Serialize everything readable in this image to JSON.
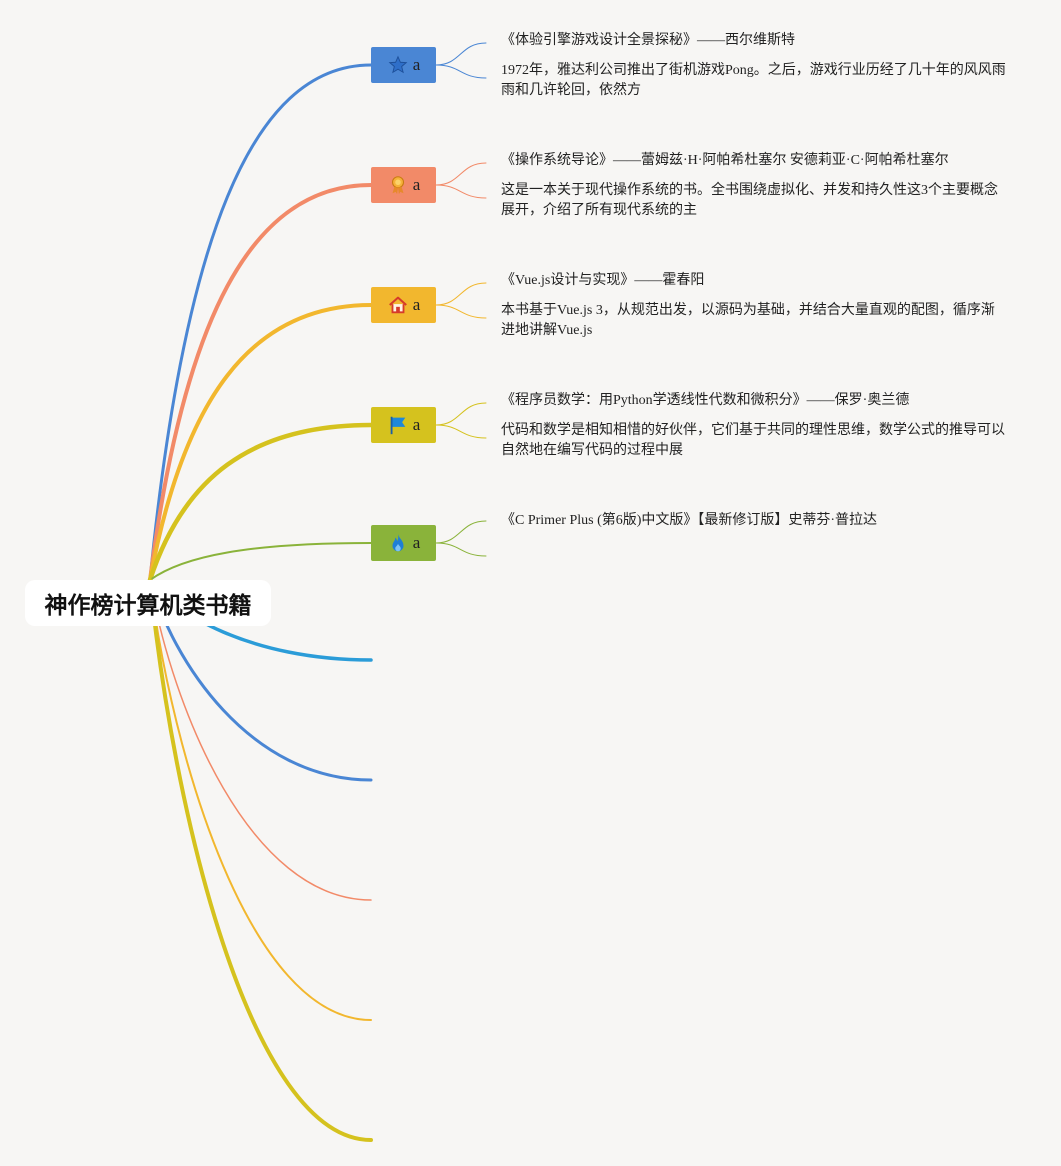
{
  "root": {
    "label": "神作榜计算机类书籍"
  },
  "branches": [
    {
      "color": "#4a86d4",
      "icon": "star-icon",
      "label": "a",
      "title": "《体验引擎游戏设计全景探秘》——西尔维斯特",
      "desc": "1972年，雅达利公司推出了街机游戏Pong。之后，游戏行业历经了几十年的风风雨雨和几许轮回，依然方"
    },
    {
      "color": "#f28a68",
      "icon": "award-ribbon-icon",
      "label": "a",
      "title": "《操作系统导论》——蕾姆兹·H·阿帕希杜塞尔 安德莉亚·C·阿帕希杜塞尔",
      "desc": "这是一本关于现代操作系统的书。全书围绕虚拟化、并发和持久性这3个主要概念展开，介绍了所有现代系统的主"
    },
    {
      "color": "#f2b72e",
      "icon": "home-icon",
      "label": "a",
      "title": "《Vue.js设计与实现》——霍春阳",
      "desc": "本书基于Vue.js 3，从规范出发，以源码为基础，并结合大量直观的配图，循序渐进地讲解Vue.js"
    },
    {
      "color": "#d5c21e",
      "icon": "flag-icon",
      "label": "a",
      "title": "《程序员数学：用Python学透线性代数和微积分》——保罗·奥兰德",
      "desc": "代码和数学是相知相惜的好伙伴，它们基于共同的理性思维，数学公式的推导可以自然地在编写代码的过程中展"
    },
    {
      "color": "#8ab33a",
      "icon": "fire-icon",
      "label": "a",
      "title": "《C Primer Plus (第6版)中文版》【最新修订版】史蒂芬·普拉达",
      "desc": ""
    }
  ],
  "empty_branch_colors": [
    "#2b9cd8",
    "#4a86d4",
    "#f28a68",
    "#f2b72e",
    "#d5c21e"
  ]
}
